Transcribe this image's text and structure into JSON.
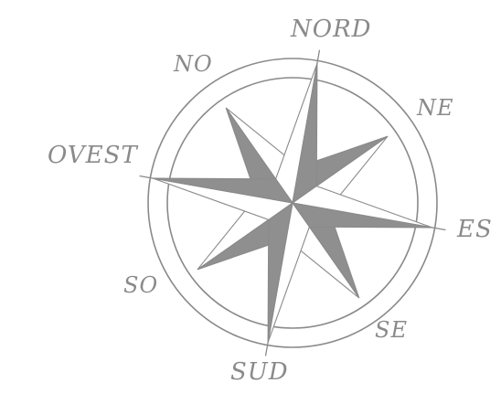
{
  "compass_rose": {
    "labels": {
      "north": "NORD",
      "north_east": "NE",
      "east": "ES",
      "south_east": "SE",
      "south": "SUD",
      "south_west": "SO",
      "west": "OVEST",
      "north_west": "NO"
    },
    "rotation_degrees": 10,
    "colors": {
      "ink": "#8a8a8a",
      "fill": "#8f8f8f",
      "background": "#ffffff"
    }
  }
}
